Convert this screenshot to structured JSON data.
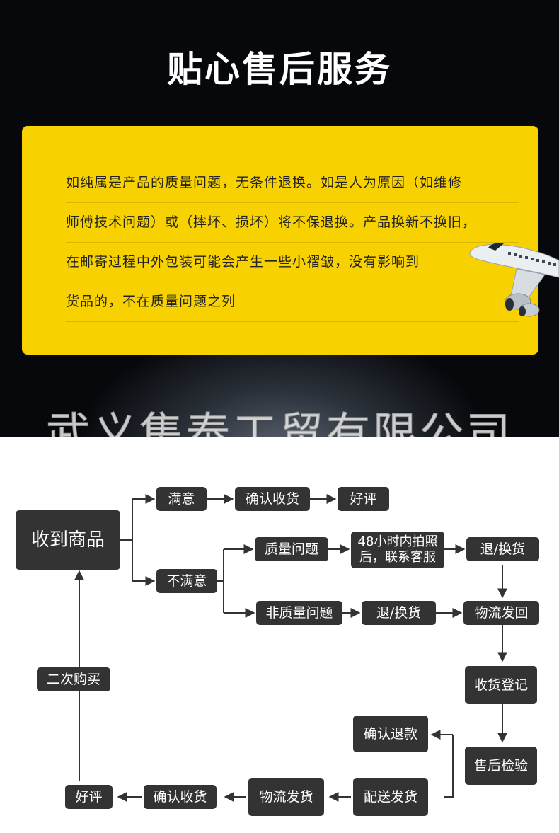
{
  "hero": {
    "title": "贴心售后服务",
    "lines": [
      "如纯属是产品的质量问题，无条件退换。如是人为原因（如维修",
      "师傅技术问题）或（摔坏、损坏）将不保退换。产品换新不换旧，",
      "在邮寄过程中外包装可能会产生一些小褶皱，没有影响到",
      "货品的，不在质量问题之列"
    ],
    "watermark": "武义集泰工贸有限公司"
  },
  "flow": {
    "receive": "收到商品",
    "satisfied": "满意",
    "confirm_top": "确认收货",
    "good_review_top": "好评",
    "unsatisfied": "不满意",
    "quality_issue": "质量问题",
    "photo_contact_1": "48小时内拍照",
    "photo_contact_2": "后，联系客服",
    "return_exchange_top": "退/换货",
    "non_quality_issue": "非质量问题",
    "return_exchange_mid": "退/换货",
    "logistics_return": "物流发回",
    "receive_register": "收货登记",
    "confirm_refund": "确认退款",
    "after_sale_check": "售后检验",
    "delivery_ship": "配送发货",
    "logistics_ship": "物流发货",
    "confirm_bottom": "确认收货",
    "good_review_bottom": "好评",
    "repurchase": "二次购买"
  }
}
